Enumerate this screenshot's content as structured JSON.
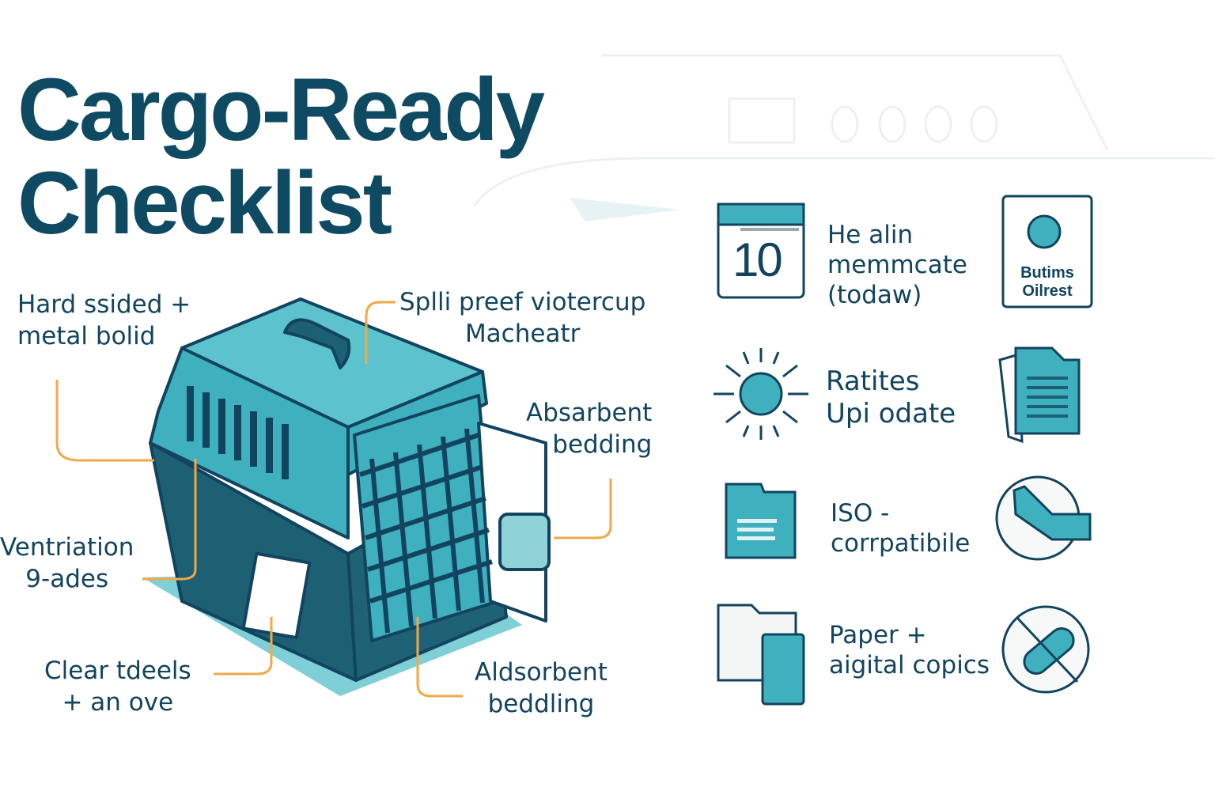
{
  "title": {
    "line1": "Cargo-Ready",
    "line2": "Checklist"
  },
  "crate_callouts": [
    {
      "line1": "Hard ssided +",
      "line2": "metal bolid"
    },
    {
      "line1": "Splli preef viotercup",
      "line2": "Macheatr"
    },
    {
      "line1": "Absarbent",
      "line2": "bedding"
    },
    {
      "line1": "Ventriation",
      "line2": "9-ades"
    },
    {
      "line1": "Clear tdeels",
      "line2": "+ an ove"
    },
    {
      "line1": "Aldsorbent",
      "line2": "beddling"
    }
  ],
  "checklist": [
    {
      "icon": "calendar-icon",
      "calendar_day": "10",
      "line1": "He alin",
      "line2": "memmcate",
      "line3": "(todaw)"
    },
    {
      "icon": "sun-icon",
      "line1": "Ratites",
      "line2": "Upi odate"
    },
    {
      "icon": "folder-icon",
      "line1": "ISO -",
      "line2": "corrpatibile"
    },
    {
      "icon": "folder-tablet-icon",
      "line1": "Paper +",
      "line2": "aigital copics"
    }
  ],
  "side_badges": [
    {
      "icon": "certificate-icon",
      "line1": "Butims",
      "line2": "Oilrest"
    },
    {
      "icon": "document-icon"
    },
    {
      "icon": "collar-icon"
    },
    {
      "icon": "no-pill-icon"
    }
  ],
  "colors": {
    "navy": "#0f4a63",
    "teal": "#3fb8c4",
    "dark_teal": "#1d5f73",
    "accent_orange": "#f0a94a"
  }
}
